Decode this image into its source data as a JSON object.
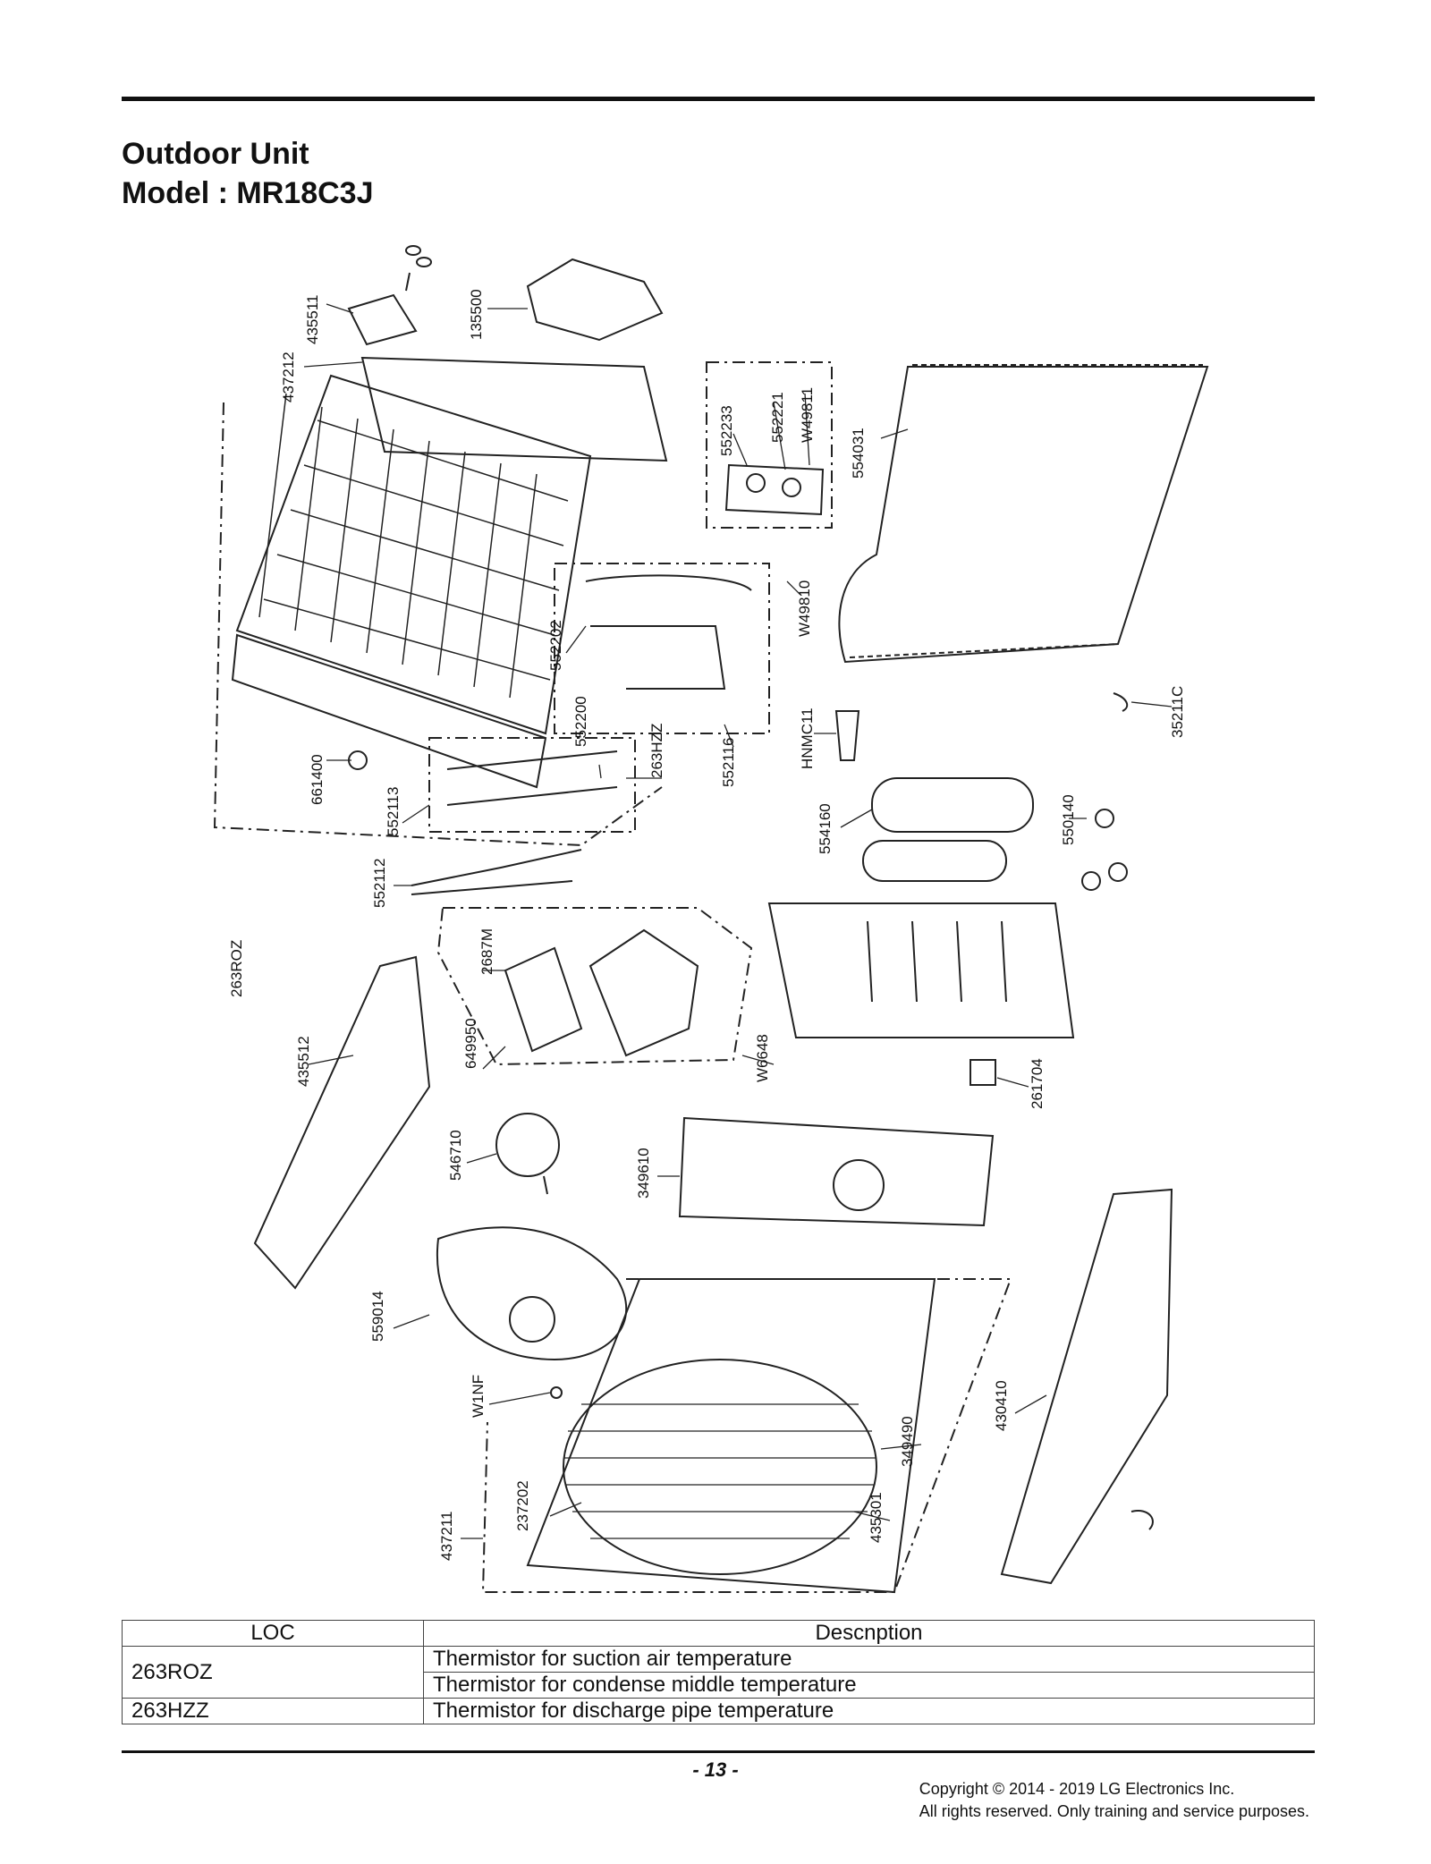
{
  "header": {
    "title_line1": "Outdoor Unit",
    "title_line2": "Model : MR18C3J"
  },
  "parts": [
    "435511",
    "135500",
    "437212",
    "552233",
    "552221",
    "W49811",
    "554031",
    "552202",
    "W49810",
    "552200",
    "263HZZ",
    "552116",
    "HNMC11",
    "35211C",
    "661400",
    "552113",
    "554160",
    "550140",
    "552112",
    "263ROZ",
    "2687M",
    "649950",
    "W6648",
    "261704",
    "435512",
    "546710",
    "349610",
    "559014",
    "W1NF",
    "430410",
    "349490",
    "237202",
    "435301",
    "437211"
  ],
  "table": {
    "col_loc": "LOC",
    "col_desc": "Descnption",
    "rows": [
      {
        "loc": "263ROZ",
        "desc": "Thermistor for suction air temperature"
      },
      {
        "loc": "",
        "desc": "Thermistor for condense middle temperature"
      },
      {
        "loc": "263HZZ",
        "desc": "Thermistor for discharge pipe temperature"
      }
    ]
  },
  "footer": {
    "page": "- 13 -",
    "copyright": "Copyright © 2014 - 2019 LG Electronics Inc.",
    "rights": "All rights reserved. Only training and service purposes."
  }
}
